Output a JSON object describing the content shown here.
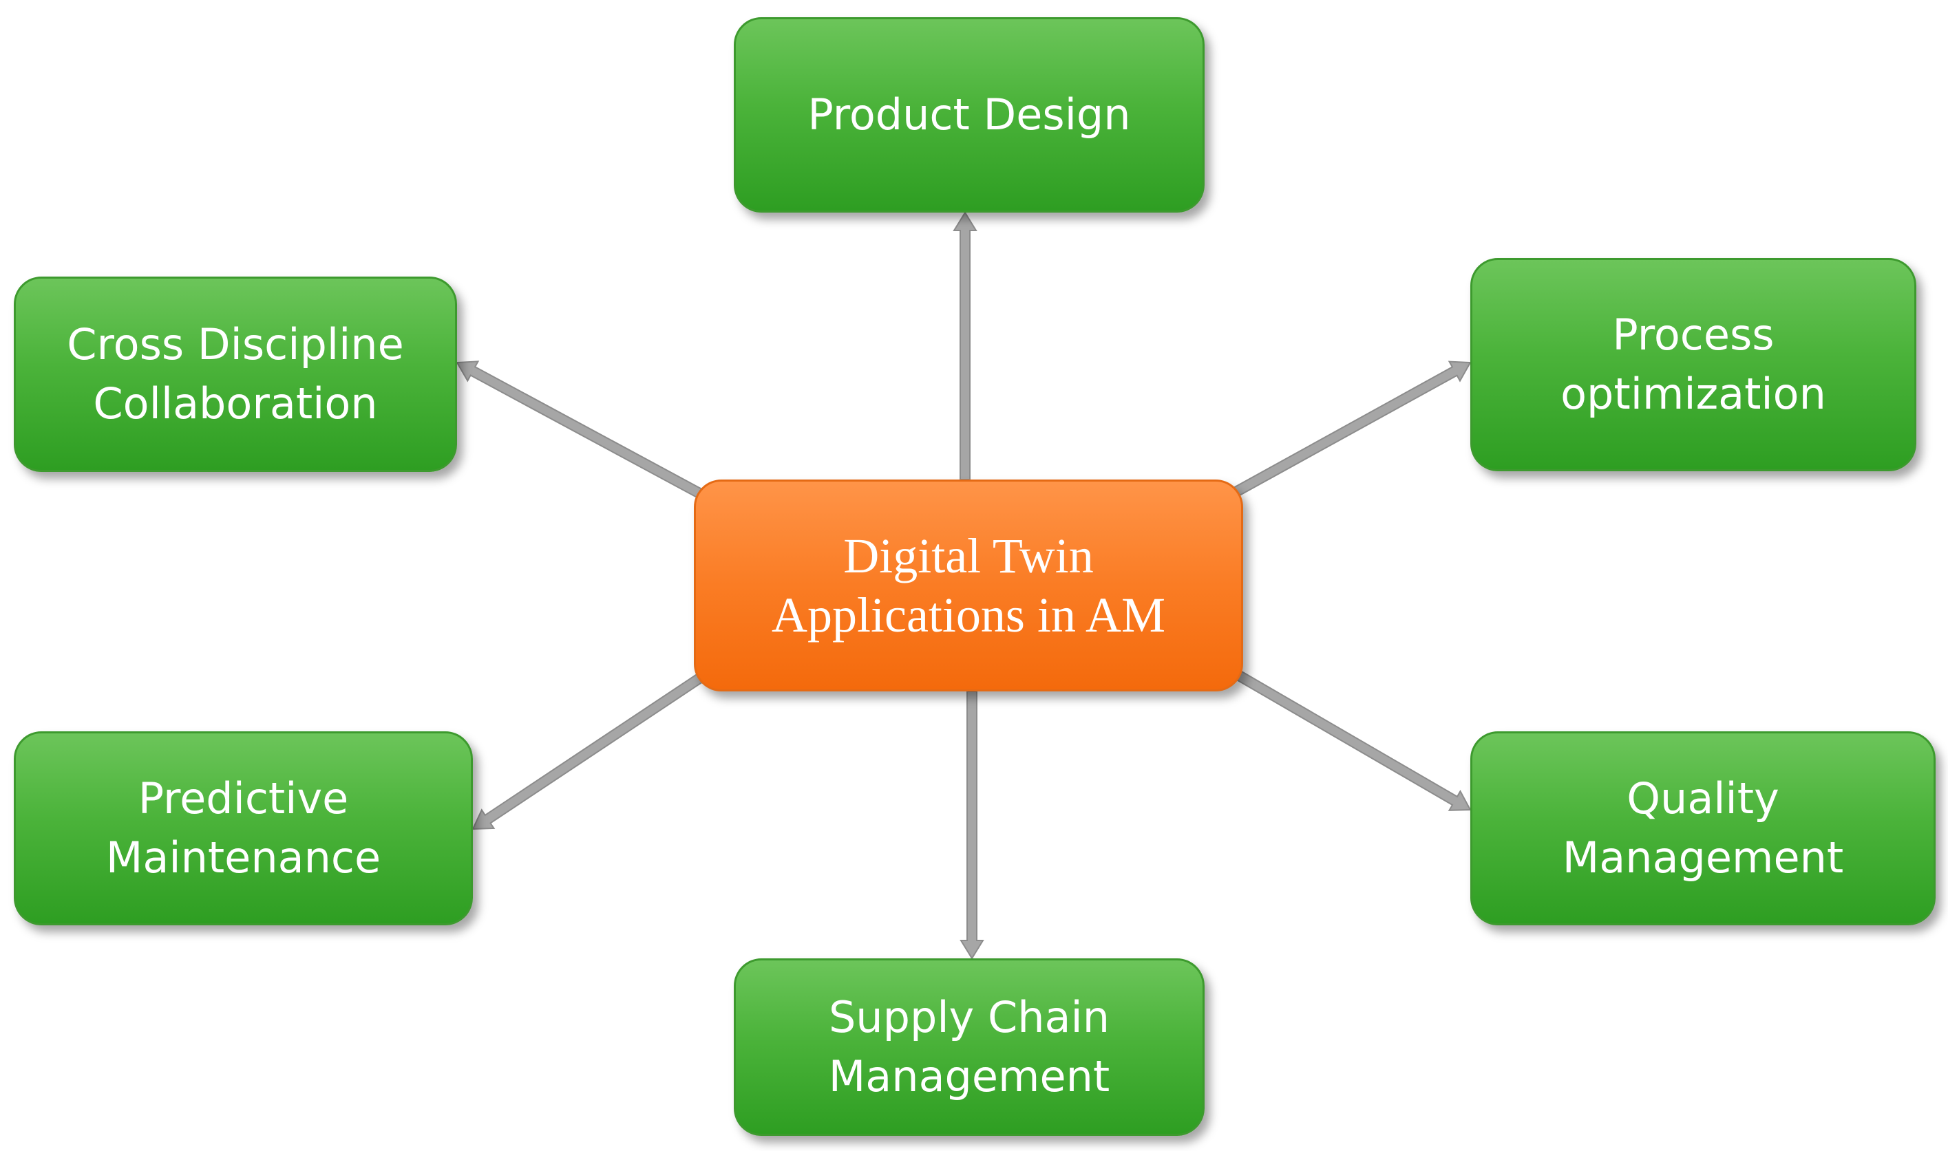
{
  "diagram": {
    "center": {
      "lines": [
        "Digital Twin",
        "Applications in AM"
      ],
      "color": "#f97a22"
    },
    "branch_color": "#4cb33c",
    "arrow_color": "#a6a6a6",
    "branches": {
      "product_design": {
        "lines": [
          "Product Design"
        ]
      },
      "cross_discipline": {
        "lines": [
          "Cross Discipline",
          "Collaboration"
        ]
      },
      "process_optimization": {
        "lines": [
          "Process",
          "optimization"
        ]
      },
      "predictive_maintenance": {
        "lines": [
          "Predictive",
          "Maintenance"
        ]
      },
      "quality_management": {
        "lines": [
          "Quality",
          "Management"
        ]
      },
      "supply_chain": {
        "lines": [
          "Supply Chain",
          "Management"
        ]
      }
    }
  }
}
